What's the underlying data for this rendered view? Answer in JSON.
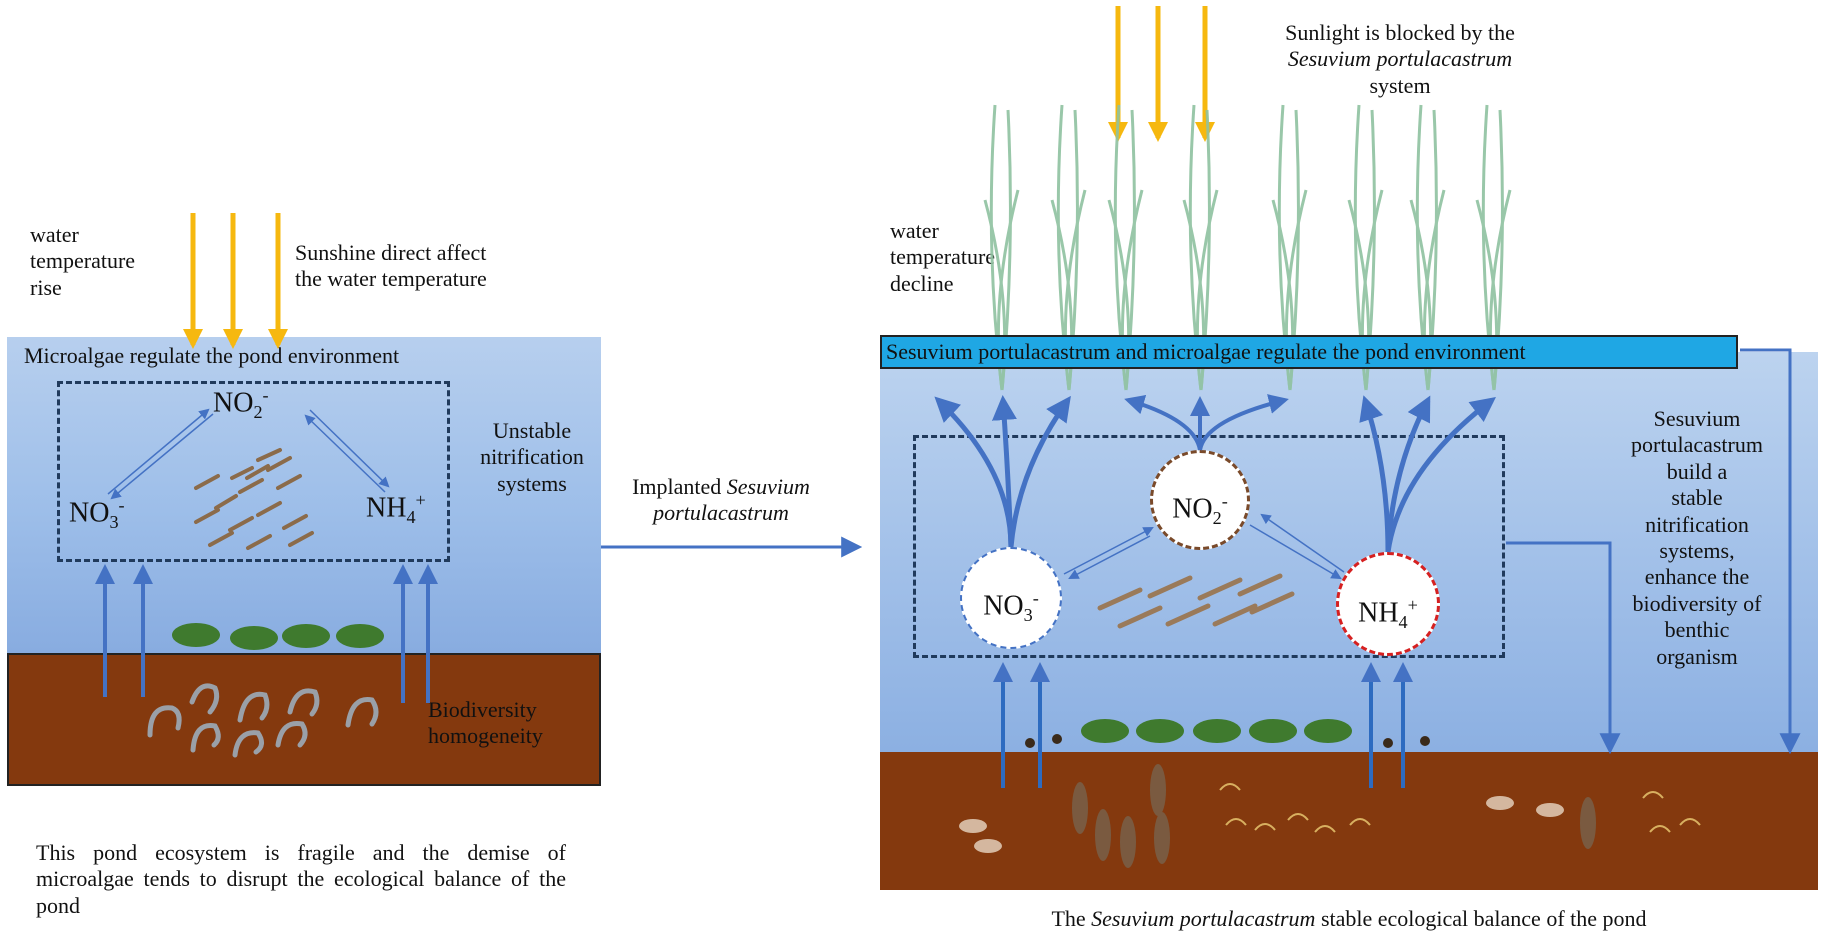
{
  "left_panel": {
    "temp_label": "water\ntemperature\nrise",
    "sun_label": "Sunshine direct affect\nthe water temperature",
    "pond_label": "Microalgae regulate the pond environment",
    "no2": {
      "base": "NO",
      "sub": "2",
      "sup": "-"
    },
    "no3": {
      "base": "NO",
      "sub": "3",
      "sup": "-"
    },
    "nh4": {
      "base": "NH",
      "sub": "4",
      "sup": "+"
    },
    "nitrification_label": "Unstable\nnitrification\nsystems",
    "biodiversity_label": "Biodiversity\nhomogeneity",
    "caption": "This pond ecosystem is fragile and the demise of microalgae tends to disrupt the ecological balance of the pond"
  },
  "transition": {
    "label_plain": "Implanted ",
    "label_italic_1": "Sesuvium",
    "label_italic_2": "portulacastrum"
  },
  "right_panel": {
    "sun_label_1": "Sunlight is blocked by the",
    "sun_label_2": "Sesuvium portulacastrum",
    "sun_label_3": "system",
    "temp_label": "water\ntemperature\ndecline",
    "banner": "Sesuvium portulacastrum and microalgae regulate the pond environment",
    "no2": {
      "base": "NO",
      "sub": "2",
      "sup": "-"
    },
    "no3": {
      "base": "NO",
      "sub": "3",
      "sup": "-"
    },
    "nh4": {
      "base": "NH",
      "sub": "4",
      "sup": "+"
    },
    "side_label": "Sesuvium\nportulacastrum\nbuild a\nstable\nnitrification\nsystems,\nenhance the\nbiodiversity of\nbenthic\norganism",
    "caption_plain_1": "The ",
    "caption_italic": "Sesuvium portulacastrum",
    "caption_plain_2": " stable ecological balance of the pond"
  },
  "colors": {
    "sun_arrow": "#f6b80f",
    "flow_arrow": "#4472c4",
    "soil": "#84390e",
    "banner": "#1fa7e4",
    "no2_border": "#7a4a2a",
    "no3_border": "#4472c4",
    "nh4_border": "#d62020"
  }
}
